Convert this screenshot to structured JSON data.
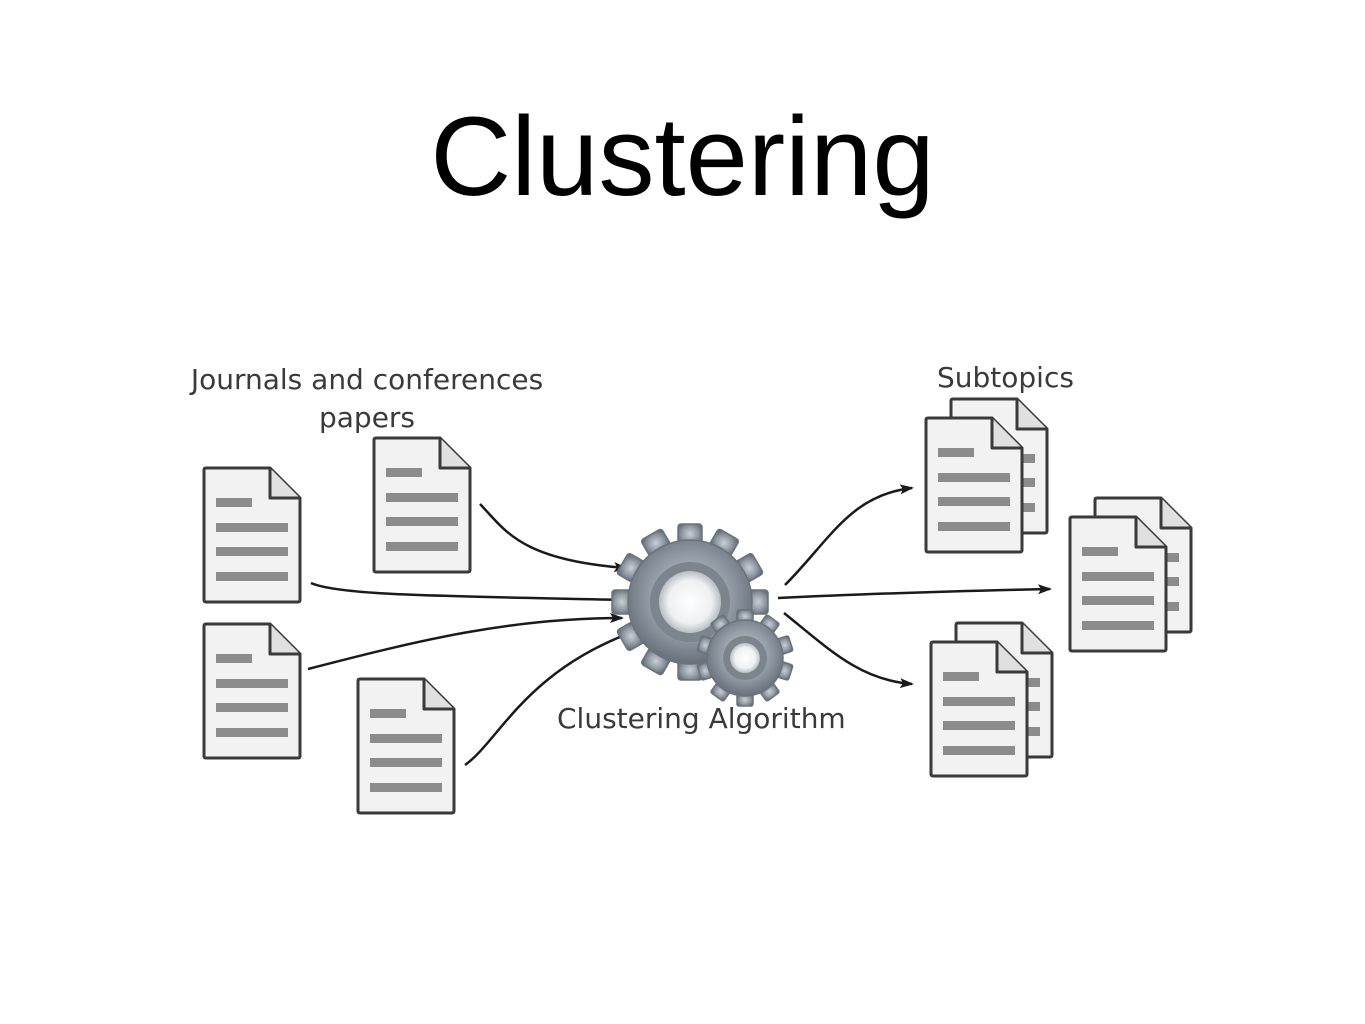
{
  "slide": {
    "title": "Clustering"
  },
  "diagram": {
    "input_label_line1": "Journals and conferences",
    "input_label_line2": "papers",
    "algorithm_label": "Clustering Algorithm",
    "output_label": "Subtopics",
    "icons": {
      "document": "document-icon",
      "gears": "gears-icon",
      "document_stack": "document-stack-icon",
      "arrow": "arrow"
    },
    "colors": {
      "doc_fill": "#f2f2f2",
      "doc_stroke": "#3a3a3a",
      "doc_lines": "#8c8c8c",
      "arrow": "#1a1a1a",
      "gear": "#8a929b"
    }
  }
}
